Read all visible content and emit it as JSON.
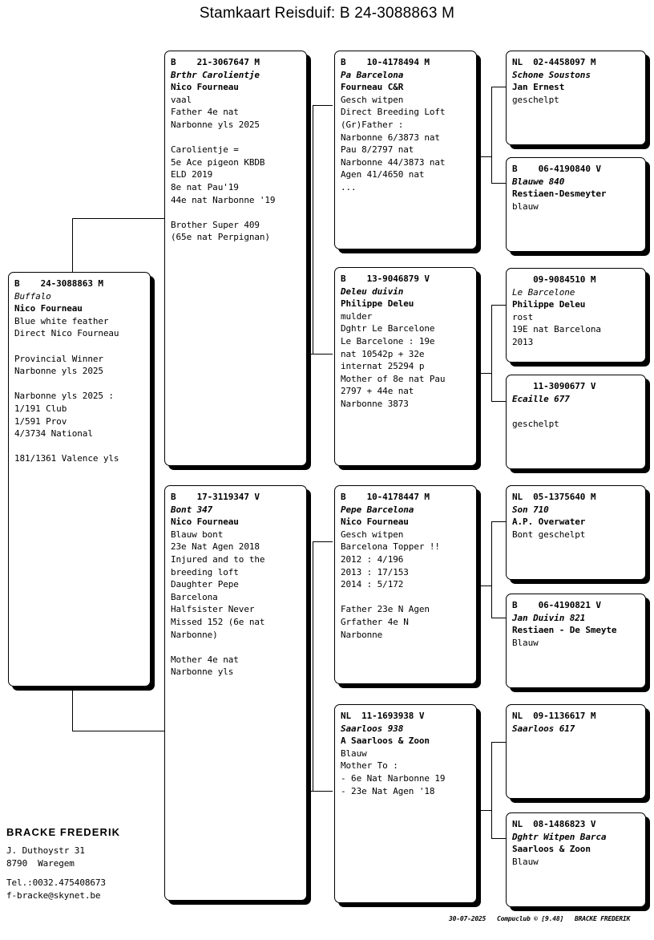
{
  "page": {
    "title": "Stamkaart Reisduif: B   24-3088863 M"
  },
  "subject": {
    "lines": [
      {
        "t": "B    24-3088863 M",
        "s": "b"
      },
      {
        "t": "Buffalo",
        "s": "i"
      },
      {
        "t": "Nico Fourneau",
        "s": "b"
      },
      {
        "t": "Blue white feather",
        "s": ""
      },
      {
        "t": "Direct Nico Fourneau",
        "s": ""
      },
      {
        "t": "",
        "s": "blank"
      },
      {
        "t": "Provincial Winner",
        "s": ""
      },
      {
        "t": "Narbonne yls 2025",
        "s": ""
      },
      {
        "t": "",
        "s": "blank"
      },
      {
        "t": "Narbonne yls 2025 :",
        "s": ""
      },
      {
        "t": "1/191 Club",
        "s": ""
      },
      {
        "t": "1/591 Prov",
        "s": ""
      },
      {
        "t": "4/3734 National",
        "s": ""
      },
      {
        "t": "",
        "s": "blank"
      },
      {
        "t": "181/1361 Valence yls",
        "s": ""
      }
    ]
  },
  "gen2": [
    {
      "name": "father",
      "lines": [
        {
          "t": "B    21-3067647 M",
          "s": "b"
        },
        {
          "t": "Brthr Carolientje",
          "s": "bi"
        },
        {
          "t": "Nico Fourneau",
          "s": "b"
        },
        {
          "t": "vaal",
          "s": ""
        },
        {
          "t": "Father 4e nat",
          "s": ""
        },
        {
          "t": "Narbonne yls 2025",
          "s": ""
        },
        {
          "t": "",
          "s": "blank"
        },
        {
          "t": "Carolientje =",
          "s": ""
        },
        {
          "t": "5e Ace pigeon KBDB",
          "s": ""
        },
        {
          "t": "ELD 2019",
          "s": ""
        },
        {
          "t": "8e nat Pau'19",
          "s": ""
        },
        {
          "t": "44e nat Narbonne '19",
          "s": ""
        },
        {
          "t": "",
          "s": "blank"
        },
        {
          "t": "Brother Super 409",
          "s": ""
        },
        {
          "t": "(65e nat Perpignan)",
          "s": ""
        }
      ]
    },
    {
      "name": "mother",
      "lines": [
        {
          "t": "B    17-3119347 V",
          "s": "b"
        },
        {
          "t": "Bont 347",
          "s": "bi"
        },
        {
          "t": "Nico Fourneau",
          "s": "b"
        },
        {
          "t": "Blauw bont",
          "s": ""
        },
        {
          "t": "23e Nat Agen 2018",
          "s": ""
        },
        {
          "t": "Injured and to the",
          "s": ""
        },
        {
          "t": "breeding loft",
          "s": ""
        },
        {
          "t": "Daughter Pepe",
          "s": ""
        },
        {
          "t": "Barcelona",
          "s": ""
        },
        {
          "t": "Halfsister Never",
          "s": ""
        },
        {
          "t": "Missed 152 (6e nat",
          "s": ""
        },
        {
          "t": "Narbonne)",
          "s": ""
        },
        {
          "t": "",
          "s": "blank"
        },
        {
          "t": "Mother 4e nat",
          "s": ""
        },
        {
          "t": "Narbonne yls",
          "s": ""
        }
      ]
    }
  ],
  "gen3": [
    {
      "name": "paternal-grandfather",
      "lines": [
        {
          "t": "B    10-4178494 M",
          "s": "b"
        },
        {
          "t": "Pa Barcelona",
          "s": "bi"
        },
        {
          "t": "Fourneau C&R",
          "s": "b"
        },
        {
          "t": "Gesch witpen",
          "s": ""
        },
        {
          "t": "Direct Breeding Loft",
          "s": ""
        },
        {
          "t": "(Gr)Father :",
          "s": ""
        },
        {
          "t": "Narbonne 6/3873 nat",
          "s": ""
        },
        {
          "t": "Pau 8/2797 nat",
          "s": ""
        },
        {
          "t": "Narbonne 44/3873 nat",
          "s": ""
        },
        {
          "t": "Agen 41/4650 nat",
          "s": ""
        },
        {
          "t": "...",
          "s": ""
        }
      ]
    },
    {
      "name": "paternal-grandmother",
      "lines": [
        {
          "t": "B    13-9046879 V",
          "s": "b"
        },
        {
          "t": "Deleu duivin",
          "s": "bi"
        },
        {
          "t": "Philippe Deleu",
          "s": "b"
        },
        {
          "t": "mulder",
          "s": ""
        },
        {
          "t": "Dghtr Le Barcelone",
          "s": ""
        },
        {
          "t": "Le Barcelone : 19e",
          "s": ""
        },
        {
          "t": "nat 10542p + 32e",
          "s": ""
        },
        {
          "t": "internat 25294 p",
          "s": ""
        },
        {
          "t": "Mother of 8e nat Pau",
          "s": ""
        },
        {
          "t": "2797 + 44e nat",
          "s": ""
        },
        {
          "t": "Narbonne 3873",
          "s": ""
        }
      ]
    },
    {
      "name": "maternal-grandfather",
      "lines": [
        {
          "t": "B    10-4178447 M",
          "s": "b"
        },
        {
          "t": "Pepe Barcelona",
          "s": "bi"
        },
        {
          "t": "Nico Fourneau",
          "s": "b"
        },
        {
          "t": "Gesch witpen",
          "s": ""
        },
        {
          "t": "Barcelona Topper !!",
          "s": ""
        },
        {
          "t": "2012 : 4/196",
          "s": ""
        },
        {
          "t": "2013 : 17/153",
          "s": ""
        },
        {
          "t": "2014 : 5/172",
          "s": ""
        },
        {
          "t": "",
          "s": "blank"
        },
        {
          "t": "Father 23e N Agen",
          "s": ""
        },
        {
          "t": "Grfather 4e N",
          "s": ""
        },
        {
          "t": "Narbonne",
          "s": ""
        }
      ]
    },
    {
      "name": "maternal-grandmother",
      "lines": [
        {
          "t": "NL  11-1693938 V",
          "s": "b"
        },
        {
          "t": "Saarloos 938",
          "s": "bi"
        },
        {
          "t": "A Saarloos & Zoon",
          "s": "b"
        },
        {
          "t": "Blauw",
          "s": ""
        },
        {
          "t": "Mother To :",
          "s": ""
        },
        {
          "t": "- 6e Nat Narbonne 19",
          "s": ""
        },
        {
          "t": "- 23e Nat Agen '18",
          "s": ""
        }
      ]
    }
  ],
  "gen4": [
    {
      "name": "ggp-1",
      "lines": [
        {
          "t": "NL  02-4458097 M",
          "s": "b"
        },
        {
          "t": "Schone Soustons",
          "s": "bi"
        },
        {
          "t": "Jan Ernest",
          "s": "b"
        },
        {
          "t": "geschelpt",
          "s": ""
        }
      ]
    },
    {
      "name": "ggp-2",
      "lines": [
        {
          "t": "B    06-4190840 V",
          "s": "b"
        },
        {
          "t": "Blauwe 840",
          "s": "bi"
        },
        {
          "t": "Restiaen-Desmeyter",
          "s": "b"
        },
        {
          "t": "blauw",
          "s": ""
        }
      ]
    },
    {
      "name": "ggp-3",
      "lines": [
        {
          "t": "    09-9084510 M",
          "s": "b"
        },
        {
          "t": "Le Barcelone",
          "s": "i"
        },
        {
          "t": "Philippe Deleu",
          "s": "b"
        },
        {
          "t": "rost",
          "s": ""
        },
        {
          "t": "19E nat Barcelona",
          "s": ""
        },
        {
          "t": "2013",
          "s": ""
        }
      ]
    },
    {
      "name": "ggp-4",
      "lines": [
        {
          "t": "    11-3090677 V",
          "s": "b"
        },
        {
          "t": "Ecaille 677",
          "s": "bi"
        },
        {
          "t": "",
          "s": "blank"
        },
        {
          "t": "geschelpt",
          "s": ""
        }
      ]
    },
    {
      "name": "ggp-5",
      "lines": [
        {
          "t": "NL  05-1375640 M",
          "s": "b"
        },
        {
          "t": "Son 710",
          "s": "bi"
        },
        {
          "t": "A.P. Overwater",
          "s": "b"
        },
        {
          "t": "Bont geschelpt",
          "s": ""
        }
      ]
    },
    {
      "name": "ggp-6",
      "lines": [
        {
          "t": "B    06-4190821 V",
          "s": "b"
        },
        {
          "t": "Jan Duivin 821",
          "s": "bi"
        },
        {
          "t": "Restiaen - De Smeyte",
          "s": "b"
        },
        {
          "t": "Blauw",
          "s": ""
        }
      ]
    },
    {
      "name": "ggp-7",
      "lines": [
        {
          "t": "NL  09-1136617 M",
          "s": "b"
        },
        {
          "t": "Saarloos 617",
          "s": "bi"
        }
      ]
    },
    {
      "name": "ggp-8",
      "lines": [
        {
          "t": "NL  08-1486823 V",
          "s": "b"
        },
        {
          "t": "Dghtr Witpen Barca",
          "s": "bi"
        },
        {
          "t": "Saarloos & Zoon",
          "s": "b"
        },
        {
          "t": "Blauw",
          "s": ""
        }
      ]
    }
  ],
  "breeder": {
    "name": "BRACKE FREDERIK",
    "address_line1": "J. Duthoystr 31",
    "address_line2": "8790  Waregem",
    "phone": "Tel.:0032.475408673",
    "email": "f-bracke@skynet.be"
  },
  "colophon": {
    "text": "30-07-2025   Compuclub © [9.48]   BRACKE FREDERIK"
  }
}
